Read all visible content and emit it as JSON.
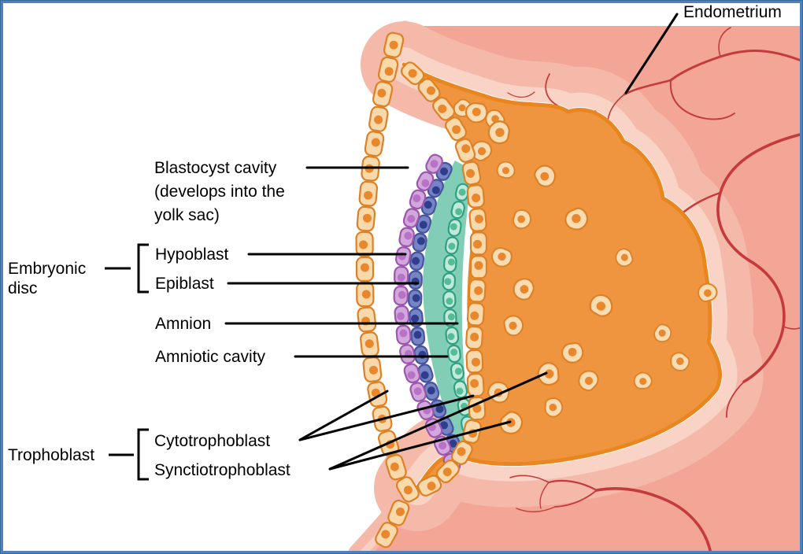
{
  "labels": {
    "endometrium": "Endometrium",
    "blastocyst_cavity_line1": "Blastocyst cavity",
    "blastocyst_cavity_line2": "(develops into the",
    "blastocyst_cavity_line3": "yolk sac)",
    "embryonic_disc_line1": "Embryonic",
    "embryonic_disc_line2": "disc",
    "hypoblast": "Hypoblast",
    "epiblast": "Epiblast",
    "amnion": "Amnion",
    "amniotic_cavity": "Amniotic cavity",
    "trophoblast": "Trophoblast",
    "cytotrophoblast": "Cytotrophoblast",
    "synctiotrophoblast": "Synctiotrophoblast"
  },
  "colors": {
    "frame": "#4E81BD",
    "canvas": "#FFFFFF",
    "text": "#000000",
    "leader_line": "#000000",
    "endometrium_base": "#F3A695",
    "endometrium_light": "#F5B9AA",
    "endometrium_lighter": "#F9D3C5",
    "endometrium_highlight": "#FFFFFF",
    "vessel": "#C43B3C",
    "syncytium": "#F0953F",
    "syncytium_rim": "#E9861F",
    "troph_cell_fill": "#F8D9AC",
    "troph_cell_stroke": "#DD8126",
    "troph_nucleus": "#E8872B",
    "scatter_cell_fill": "#F8DCB4",
    "hypoblast_fill": "#D2A8DC",
    "hypoblast_stroke": "#9C56AE",
    "hypoblast_nucleus": "#B873C6",
    "epiblast_fill": "#7484C4",
    "epiblast_stroke": "#46549E",
    "epiblast_nucleus": "#2F3E8C",
    "amnion_fill": "#C2E9DA",
    "amnion_stroke": "#2FA183",
    "amnion_nucleus": "#54BD98",
    "amniotic_cavity": "#81CDB5",
    "amniotic_cavity_light": "#95D6C2"
  }
}
